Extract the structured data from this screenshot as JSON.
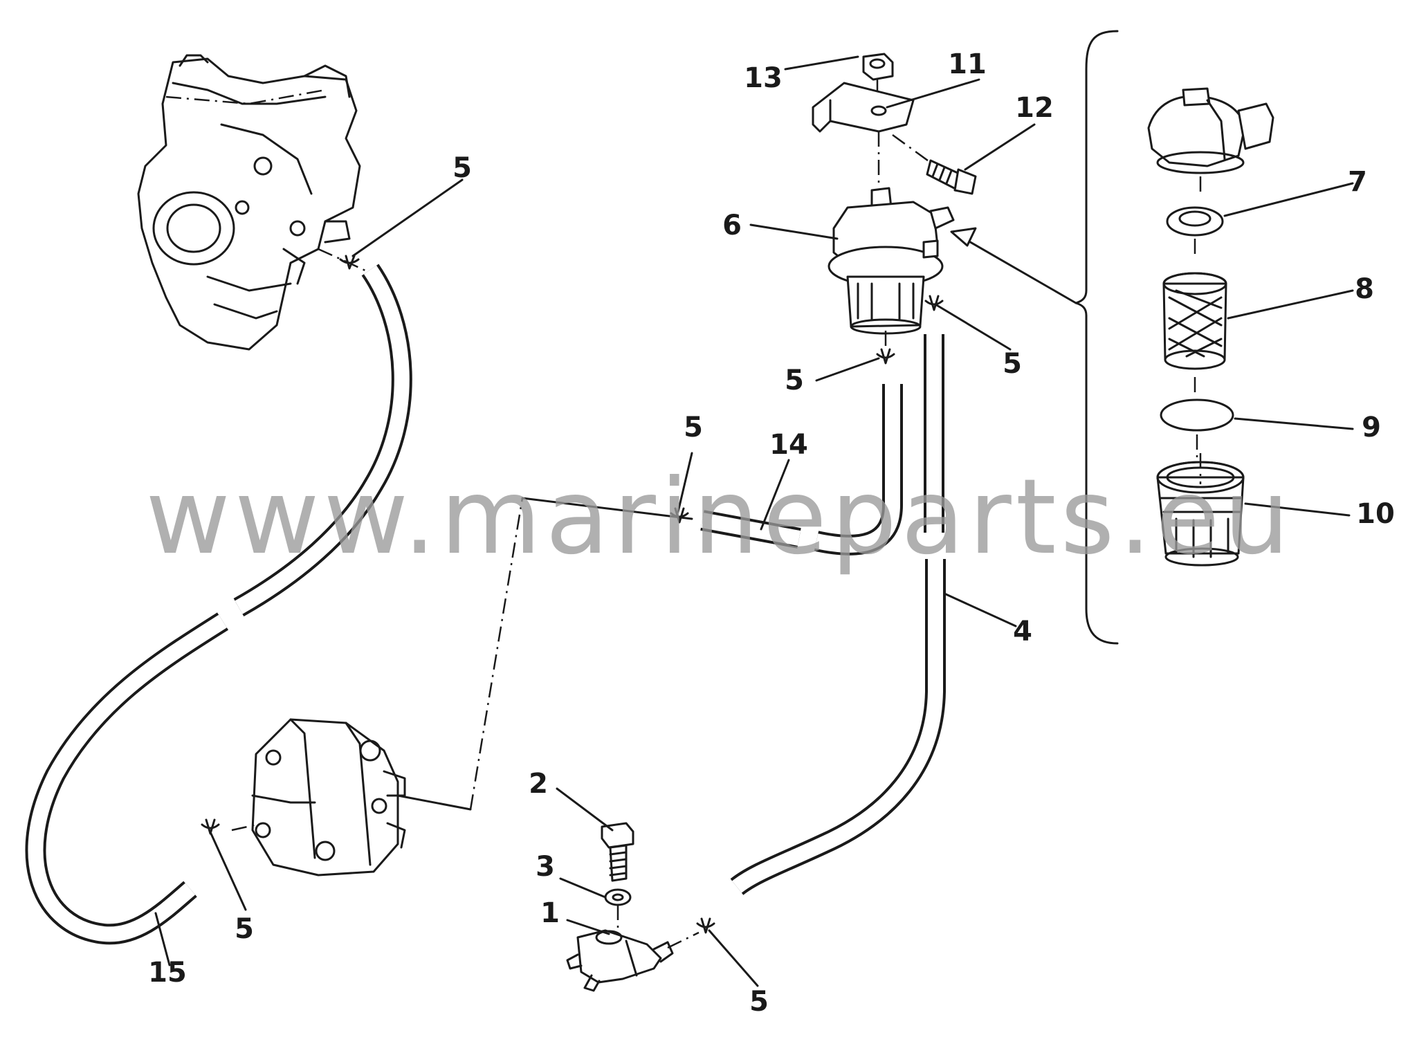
{
  "callouts": [
    {
      "id": "callout-5-carb",
      "text": "5"
    },
    {
      "id": "callout-13",
      "text": "13"
    },
    {
      "id": "callout-11",
      "text": "11"
    },
    {
      "id": "callout-12",
      "text": "12"
    },
    {
      "id": "callout-6",
      "text": "6"
    },
    {
      "id": "callout-5-filter-right",
      "text": "5"
    },
    {
      "id": "callout-5-filter-left",
      "text": "5"
    },
    {
      "id": "callout-5-line14",
      "text": "5"
    },
    {
      "id": "callout-14",
      "text": "14"
    },
    {
      "id": "callout-7",
      "text": "7"
    },
    {
      "id": "callout-8",
      "text": "8"
    },
    {
      "id": "callout-9",
      "text": "9"
    },
    {
      "id": "callout-10",
      "text": "10"
    },
    {
      "id": "callout-4",
      "text": "4"
    },
    {
      "id": "callout-2",
      "text": "2"
    },
    {
      "id": "callout-3",
      "text": "3"
    },
    {
      "id": "callout-1",
      "text": "1"
    },
    {
      "id": "callout-5-connector",
      "text": "5"
    },
    {
      "id": "callout-5-pump",
      "text": "5"
    },
    {
      "id": "callout-15",
      "text": "15"
    }
  ],
  "watermark": "www.marineparts.eu",
  "colors": {
    "ink": "#1a1a1a",
    "watermark": "#9a9a9a",
    "background": "#ffffff"
  }
}
